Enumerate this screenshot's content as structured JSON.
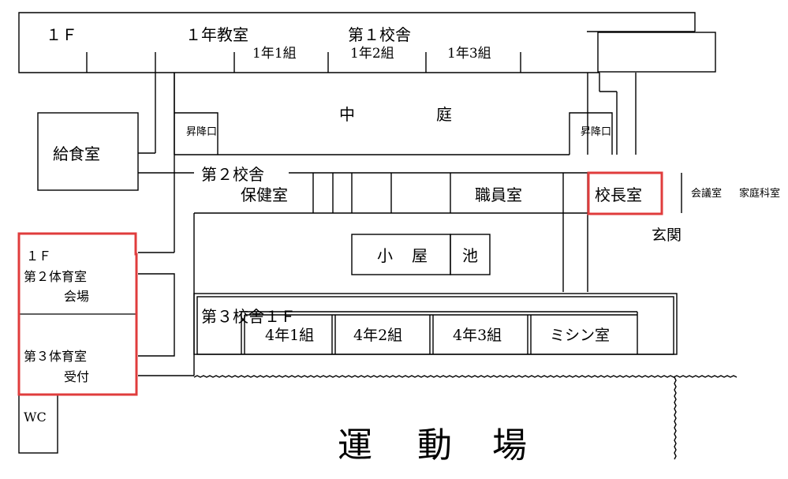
{
  "colors": {
    "line": "#000000",
    "highlight": "#e03c3c",
    "background": "#ffffff"
  },
  "building1": {
    "floor": "１Ｆ",
    "classrooms": "１年教室",
    "name": "第１校舎",
    "rooms": [
      "1年1組",
      "1年2組",
      "1年3組"
    ]
  },
  "courtyard": {
    "char1": "中",
    "char2": "庭"
  },
  "elevators": {
    "left": "昇降口",
    "right": "昇降口"
  },
  "kitchen": "給食室",
  "building2": {
    "name": "第２校舎",
    "health_room": "保健室",
    "staff_room": "職員室",
    "principal_room": "校長室",
    "meeting_room": "会議室",
    "home_ec_room": "家庭科室",
    "entrance": "玄関"
  },
  "hut": {
    "char1": "小",
    "char2": "屋"
  },
  "pond": "池",
  "gym": {
    "floor": "１Ｆ",
    "gym2": "第２体育室",
    "venue": "会場",
    "gym3": "第３体育室",
    "reception": "受付"
  },
  "toilet": "WC",
  "building3": {
    "name": "第３校舎１Ｆ",
    "rooms": [
      "4年1組",
      "4年2組",
      "4年3組",
      "ミシン室"
    ]
  },
  "field": {
    "char1": "運",
    "char2": "動",
    "char3": "場"
  }
}
